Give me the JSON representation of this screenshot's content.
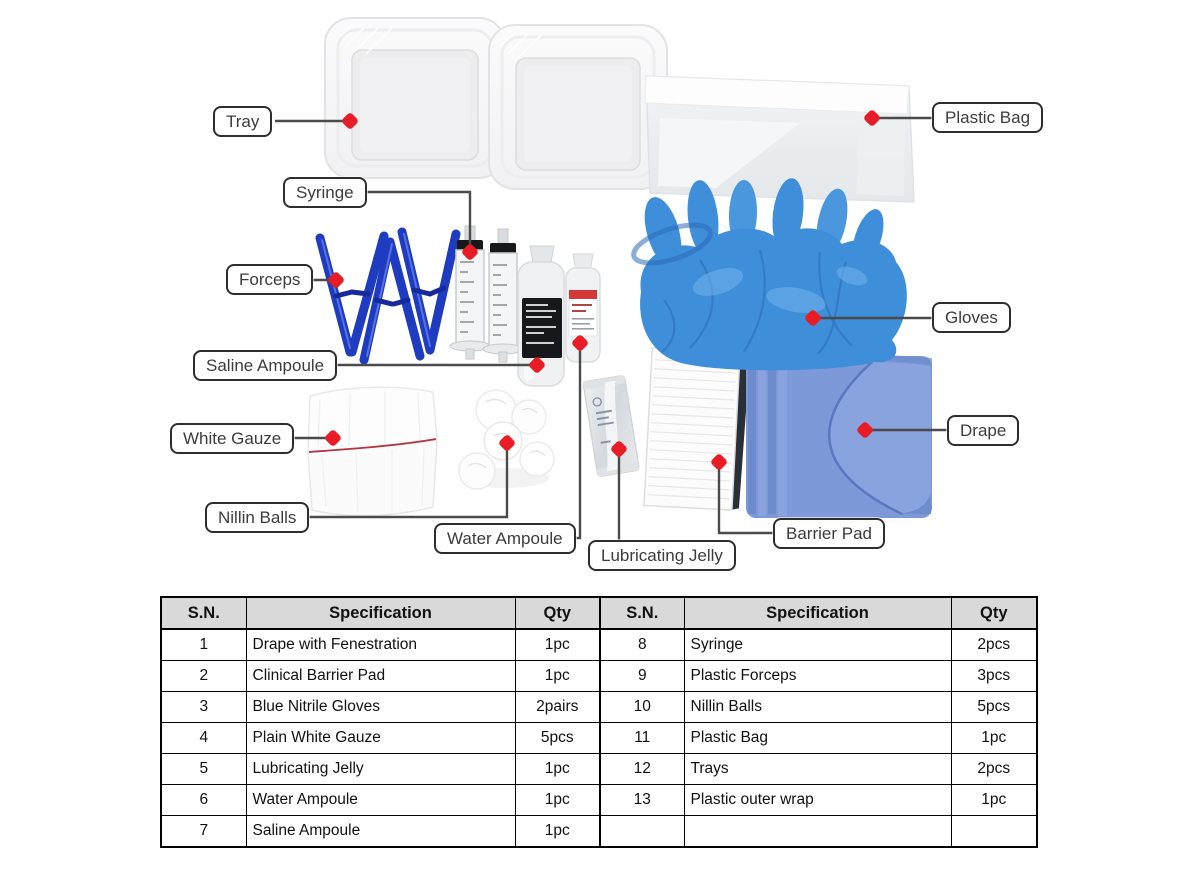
{
  "callouts": {
    "tray": "Tray",
    "plastic_bag": "Plastic Bag",
    "syringe": "Syringe",
    "forceps": "Forceps",
    "saline_ampoule": "Saline Ampoule",
    "white_gauze": "White Gauze",
    "nillin_balls": "Nillin Balls",
    "water_ampoule": "Water Ampoule",
    "lubricating_jelly": "Lubricating Jelly",
    "barrier_pad": "Barrier Pad",
    "gloves": "Gloves",
    "drape": "Drape"
  },
  "table": {
    "headers": [
      "S.N.",
      "Specification",
      "Qty"
    ],
    "left": [
      {
        "sn": "1",
        "spec": "Drape with Fenestration",
        "qty": "1pc"
      },
      {
        "sn": "2",
        "spec": "Clinical Barrier Pad",
        "qty": "1pc"
      },
      {
        "sn": "3",
        "spec": "Blue Nitrile Gloves",
        "qty": "2pairs"
      },
      {
        "sn": "4",
        "spec": "Plain White Gauze",
        "qty": "5pcs"
      },
      {
        "sn": "5",
        "spec": "Lubricating Jelly",
        "qty": "1pc"
      },
      {
        "sn": "6",
        "spec": "Water Ampoule",
        "qty": "1pc"
      },
      {
        "sn": "7",
        "spec": "Saline Ampoule",
        "qty": "1pc"
      }
    ],
    "right": [
      {
        "sn": "8",
        "spec": "Syringe",
        "qty": "2pcs"
      },
      {
        "sn": "9",
        "spec": "Plastic Forceps",
        "qty": "3pcs"
      },
      {
        "sn": "10",
        "spec": "Nillin Balls",
        "qty": "5pcs"
      },
      {
        "sn": "11",
        "spec": "Plastic Bag",
        "qty": "1pc"
      },
      {
        "sn": "12",
        "spec": "Trays",
        "qty": "2pcs"
      },
      {
        "sn": "13",
        "spec": "Plastic outer wrap",
        "qty": "1pc"
      },
      {
        "sn": "",
        "spec": "",
        "qty": ""
      }
    ]
  },
  "colors": {
    "accent_red": "#e81c24",
    "callout_border": "#2e2e2e",
    "callout_text": "#3c3c3c",
    "connector": "#4b4b4b",
    "table_header_bg": "#d9d9d9",
    "table_border": "#000000",
    "background": "#ffffff",
    "glove_blue": "#3f8ed9",
    "drape_blue": "#7d99d7",
    "forceps_blue": "#1f3cc0"
  }
}
